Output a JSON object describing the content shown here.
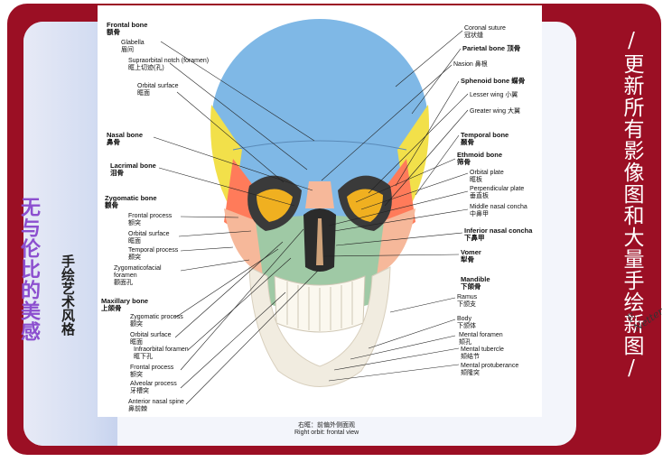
{
  "side_text": {
    "slogan": "无与伦比的美感",
    "style": "手绘艺术风格",
    "update": "/更新所有影像图和大量手绘新图/"
  },
  "colors": {
    "frame": "#9b0f24",
    "frontal": "#7fb8e6",
    "parietal": "#f2e04a",
    "sphenoid": "#ff7b5a",
    "maxilla": "#9fc9a5",
    "mandible": "#f1ece0"
  },
  "labels_left": [
    {
      "en": "Frontal bone",
      "zh": "额骨"
    },
    {
      "en": "Glabella",
      "zh": "眉间"
    },
    {
      "en": "Supraorbital notch (foramen)",
      "zh": "眶上切迹(孔)"
    },
    {
      "en": "Orbital surface",
      "zh": "眶面"
    },
    {
      "en": "Nasal bone",
      "zh": "鼻骨"
    },
    {
      "en": "Lacrimal bone",
      "zh": "泪骨"
    },
    {
      "en": "Zygomatic bone",
      "zh": "颧骨"
    },
    {
      "en": "Frontal process",
      "zh": "额突"
    },
    {
      "en": "Orbital surface",
      "zh": "眶面"
    },
    {
      "en": "Temporal process",
      "zh": "颞突"
    },
    {
      "en": "Zygomaticofacial foramen",
      "zh": "颧面孔"
    },
    {
      "en": "Maxillary bone",
      "zh": "上颌骨"
    },
    {
      "en": "Zygomatic process",
      "zh": "颧突"
    },
    {
      "en": "Orbital surface",
      "zh": "眶面"
    },
    {
      "en": "Infraorbital foramen",
      "zh": "眶下孔"
    },
    {
      "en": "Frontal process",
      "zh": "额突"
    },
    {
      "en": "Alveolar process",
      "zh": "牙槽突"
    },
    {
      "en": "Anterior nasal spine",
      "zh": "鼻前棘"
    }
  ],
  "labels_right": [
    {
      "en": "Coronal suture",
      "zh": "冠状缝"
    },
    {
      "en": "Parietal bone",
      "zh": "顶骨"
    },
    {
      "en": "Nasion",
      "zh": "鼻根"
    },
    {
      "en": "Sphenoid bone",
      "zh": "蝶骨"
    },
    {
      "en": "Lesser wing",
      "zh": "小翼"
    },
    {
      "en": "Greater wing",
      "zh": "大翼"
    },
    {
      "en": "Temporal bone",
      "zh": "颞骨"
    },
    {
      "en": "Ethmoid bone",
      "zh": "筛骨"
    },
    {
      "en": "Orbital plate",
      "zh": "眶板"
    },
    {
      "en": "Perpendicular plate",
      "zh": "垂直板"
    },
    {
      "en": "Middle nasal concha",
      "zh": "中鼻甲"
    },
    {
      "en": "Inferior nasal concha",
      "zh": "下鼻甲"
    },
    {
      "en": "Vomer",
      "zh": "犁骨"
    },
    {
      "en": "Mandible",
      "zh": "下颌骨"
    },
    {
      "en": "Ramus",
      "zh": "下颌支"
    },
    {
      "en": "Body",
      "zh": "下颌体"
    },
    {
      "en": "Mental foramen",
      "zh": "颏孔"
    },
    {
      "en": "Mental tubercle",
      "zh": "颏结节"
    },
    {
      "en": "Mental protuberance",
      "zh": "颏隆突"
    }
  ],
  "caption": {
    "zh": "右眶：前偏外侧面观",
    "en": "Right orbit: frontal view"
  },
  "signature": "F. Netter"
}
